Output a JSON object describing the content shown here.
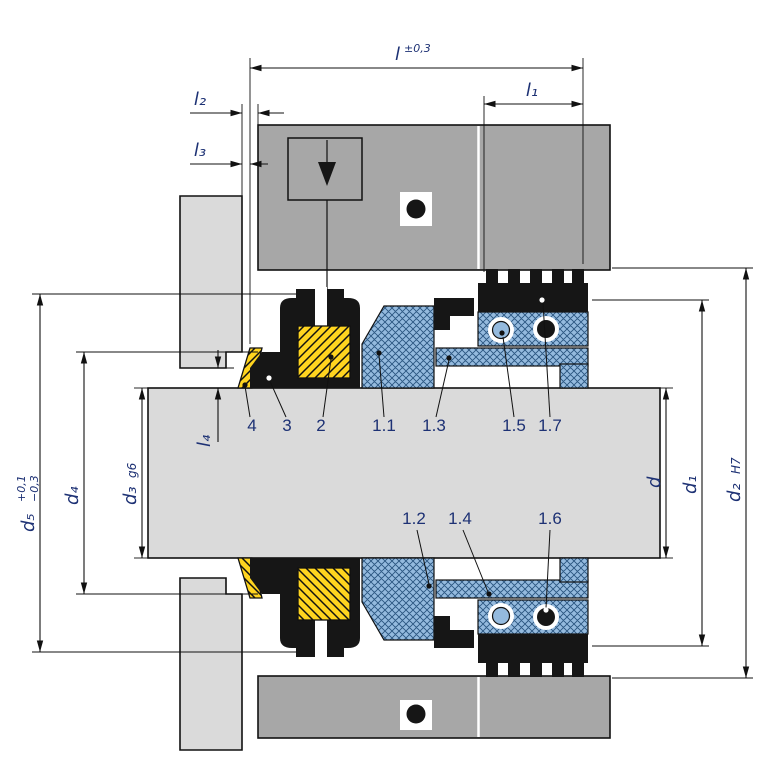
{
  "colors": {
    "bg": "#ffffff",
    "housing": "#a7a7a7",
    "steel": "#dadada",
    "yellow": "#ffd41f",
    "blue": "#94bade",
    "bluedark": "#2a5580",
    "blackpart": "#161616",
    "line": "#111111",
    "label": "#1d3174"
  },
  "dims": {
    "l": {
      "text": "l",
      "sup": "±0,3"
    },
    "l1": {
      "text": "l₁"
    },
    "l2": {
      "text": "l₂"
    },
    "l3": {
      "text": "l₃"
    },
    "l4": {
      "text": "l₄"
    },
    "d": {
      "text": "d"
    },
    "d1": {
      "text": "d₁"
    },
    "d2": {
      "text": "d₂",
      "suffix": "H7"
    },
    "d3": {
      "text": "d₃",
      "suffix": "g6"
    },
    "d4": {
      "text": "d₄"
    },
    "d5": {
      "text": "d₅",
      "tol_upper": "+0,1",
      "tol_lower": "−0,3"
    }
  },
  "parts": {
    "p4": "4",
    "p3": "3",
    "p2": "2",
    "p1_1": "1.1",
    "p1_3": "1.3",
    "p1_5": "1.5",
    "p1_7": "1.7",
    "p1_2": "1.2",
    "p1_4": "1.4",
    "p1_6": "1.6"
  }
}
